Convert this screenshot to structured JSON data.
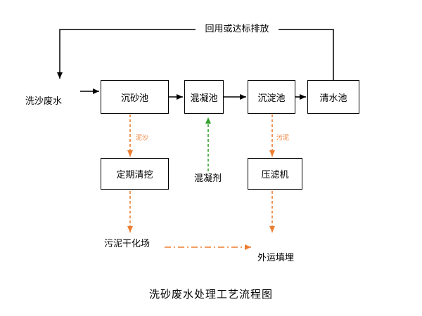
{
  "diagram": {
    "title": "洗砂废水处理工艺流程图",
    "input_label": "洗沙废水",
    "feedback_label": "回用或达标排放",
    "process_boxes": {
      "grit_chamber": "沉砂池",
      "coagulation_tank": "混凝池",
      "sedimentation_tank": "沉淀池",
      "clear_water_tank": "清水池",
      "periodic_dredging": "定期清挖",
      "filter_press": "压滤机"
    },
    "flow_labels": {
      "sediment": "泥沙",
      "sludge": "污泥",
      "coagulant": "混凝剂",
      "sludge_drying_field": "污泥干化场",
      "offsite_landfill": "外运填埋"
    },
    "colors": {
      "line_black": "#000000",
      "dashed_orange": "#ED7D31",
      "dashed_green": "#33A02C"
    }
  }
}
